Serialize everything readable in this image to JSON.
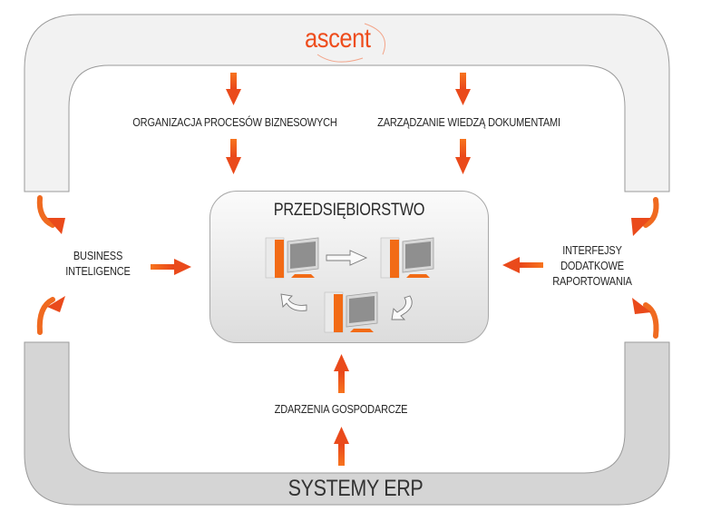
{
  "brand": {
    "logo_text": "ascent",
    "accent_color": "#ee4d1d"
  },
  "frame": {
    "top_color": "#f2f2f2",
    "bottom_color": "#d5d5d5",
    "bottom_label": "SYSTEMY ERP"
  },
  "top_inputs": [
    {
      "label": "ORGANIZACJA PROCESÓW BIZNESOWYCH"
    },
    {
      "label": "ZARZĄDZANIE WIEDZĄ DOKUMENTAMI"
    }
  ],
  "center": {
    "title": "PRZEDSIĘBIORSTWO",
    "computers": 3,
    "cycle_arrows": [
      "right",
      "down-left",
      "up-left"
    ]
  },
  "left": {
    "label_lines": [
      "BUSINESS",
      "INTELIGENCE"
    ]
  },
  "right": {
    "label_lines": [
      "INTERFEJSY",
      "DODATKOWE",
      "RAPORTOWANIA"
    ]
  },
  "bottom_input": {
    "label": "ZDARZENIA GOSPODARCZE"
  }
}
